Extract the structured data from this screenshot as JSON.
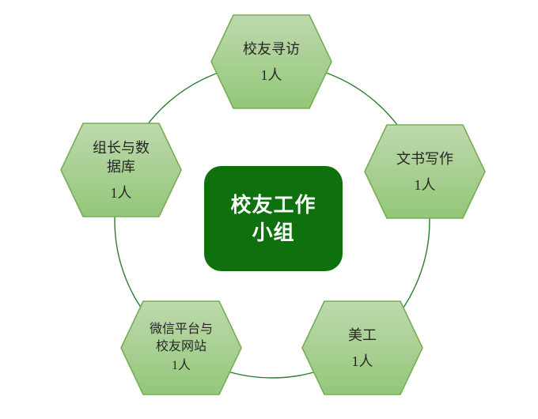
{
  "diagram": {
    "center": {
      "label": "校友工作小组",
      "lines": [
        "校友工作",
        "小组"
      ]
    },
    "nodes": [
      {
        "name": "alumni-visit",
        "label": "校友寻访",
        "lines": [
          "校友寻访"
        ],
        "count": "1人"
      },
      {
        "name": "document-writing",
        "label": "文书写作",
        "lines": [
          "文书写作"
        ],
        "count": "1人"
      },
      {
        "name": "art-design",
        "label": "美工",
        "lines": [
          "美工"
        ],
        "count": "1人"
      },
      {
        "name": "wechat-website",
        "label": "微信平台与校友网站",
        "lines": [
          "微信平台与",
          "校友网站"
        ],
        "count": "1人"
      },
      {
        "name": "leader-database",
        "label": "组长与数据库",
        "lines": [
          "组长与数",
          "据库"
        ],
        "count": "1人"
      }
    ],
    "colors": {
      "hex_fill_top": "#bed9ae",
      "hex_fill_bottom": "#93c778",
      "hex_border": "#77ad55",
      "circle_stroke": "#2c7d32",
      "center_fill": "#0e710e",
      "center_text": "#ffffff",
      "node_text": "#262626"
    }
  }
}
